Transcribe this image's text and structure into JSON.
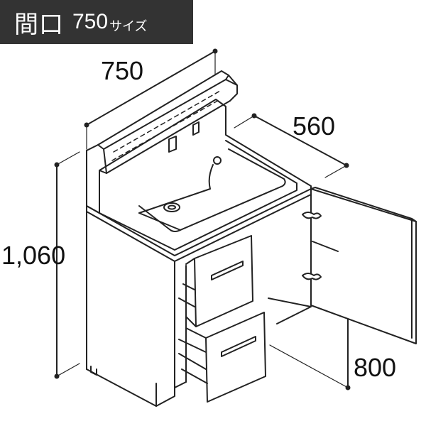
{
  "header": {
    "title": "間口",
    "size": "750",
    "unit": "サイズ"
  },
  "dimensions": {
    "width": "750",
    "depth": "560",
    "height": "1,060",
    "counter_height": "800"
  },
  "colors": {
    "header_bg": "#333333",
    "header_text": "#ffffff",
    "line": "#222222"
  }
}
